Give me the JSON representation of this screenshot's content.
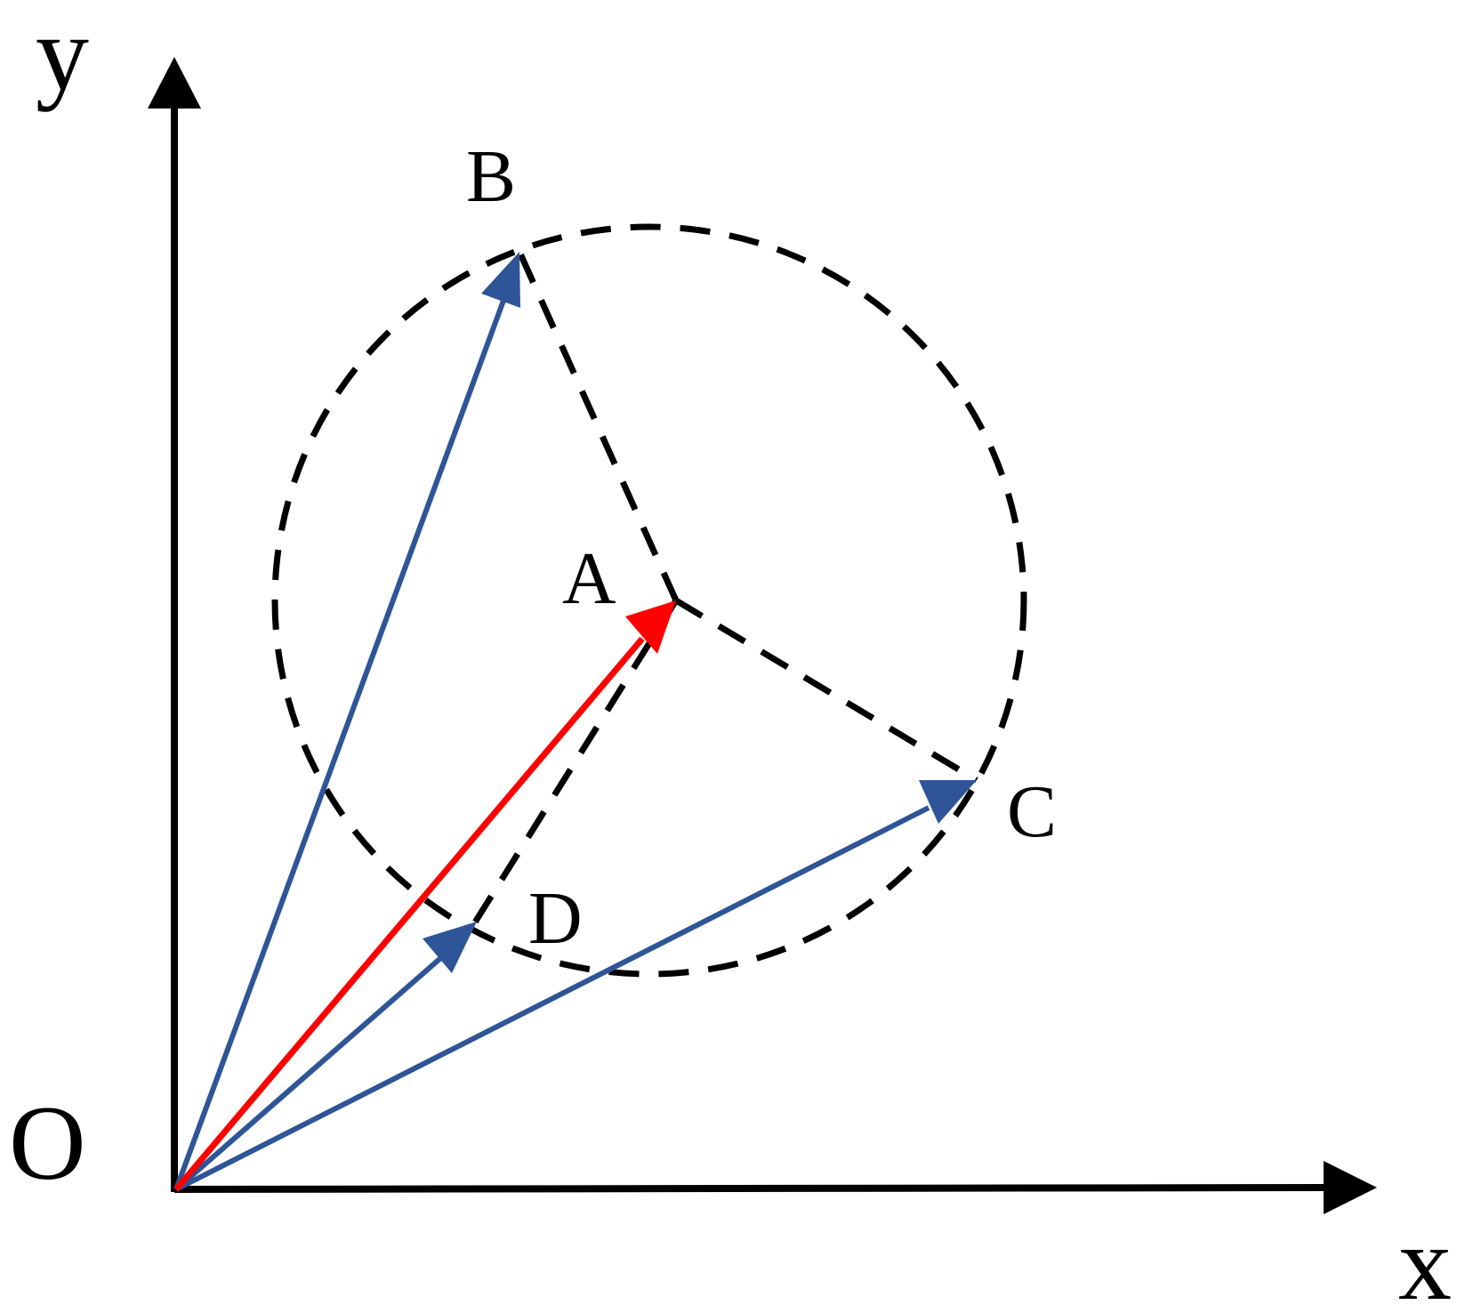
{
  "diagram": {
    "axes": {
      "x_label": "x",
      "y_label": "y",
      "origin_label": "O"
    },
    "points": {
      "A": "A",
      "B": "B",
      "C": "C",
      "D": "D"
    },
    "colors": {
      "axis": "#000000",
      "blue_vector": "#2e5597",
      "red_vector": "#ff0000",
      "dashed": "#000000"
    }
  }
}
